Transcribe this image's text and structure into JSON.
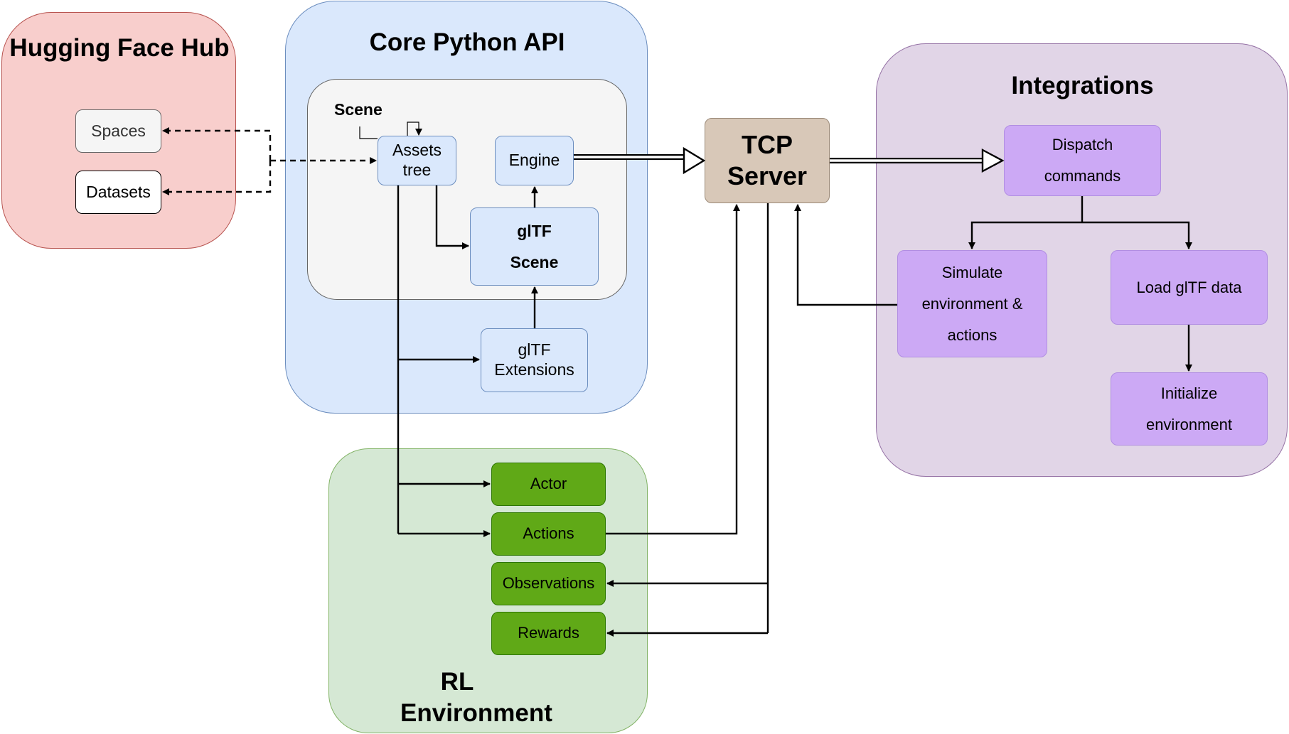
{
  "groups": {
    "hub": "Hugging Face Hub",
    "core": "Core Python API",
    "scene": "Scene",
    "rl": "RL Environment",
    "integrations": "Integrations"
  },
  "nodes": {
    "spaces": "Spaces",
    "datasets": "Datasets",
    "assets_tree": "Assets tree",
    "engine": "Engine",
    "gltf_scene": "glTF Scene",
    "gltf_extensions": "glTF Extensions",
    "actor": "Actor",
    "actions": "Actions",
    "observations": "Observations",
    "rewards": "Rewards",
    "tcp_server": "TCP Server",
    "dispatch": "Dispatch commands",
    "simulate": "Simulate environment & actions",
    "load_gltf": "Load glTF data",
    "init_env": "Initialize environment"
  },
  "colors": {
    "hub_fill": "#f8cecc",
    "core_fill": "#dae8fc",
    "scene_fill": "#f5f5f5",
    "rl_fill": "#d5e8d4",
    "integrations_fill": "#e1d5e7",
    "green_node": "#60a917",
    "purple_node": "#cca9f5",
    "tcp_node": "#d8c8b8"
  }
}
